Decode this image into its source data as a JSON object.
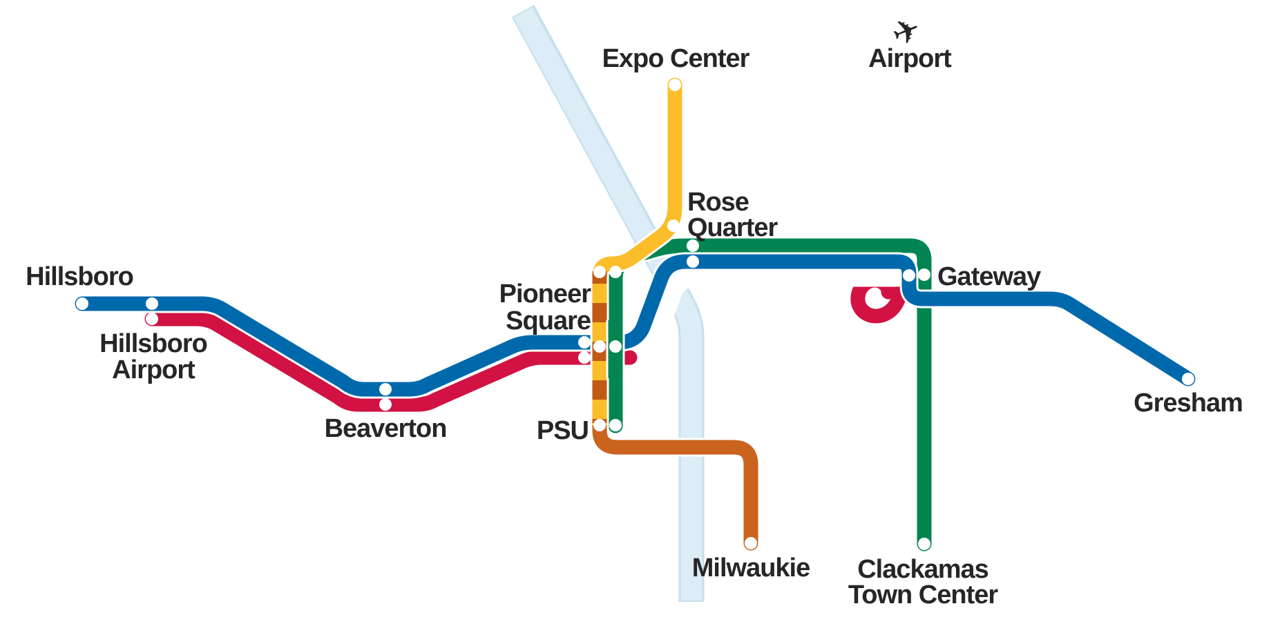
{
  "map": {
    "type": "transit-network-diagram",
    "region": "light rail system map"
  },
  "colors": {
    "blue_line": "#0069AC",
    "red_line": "#D11243",
    "green_line": "#038552",
    "yellow_line": "#FCBD2A",
    "orange_line": "#C9631D",
    "mall_stripe_orange": "#C05A15",
    "river_fill": "#DCEDF7",
    "river_edge": "#C6E0EC",
    "line_casing": "#FFFFFF",
    "station_dot": "#FFFFFF",
    "label_text": "#282528"
  },
  "lines": [
    {
      "id": "blue",
      "color": "#0069AC",
      "from": "Hillsboro",
      "to": "Gresham"
    },
    {
      "id": "red",
      "color": "#D11243",
      "from": "Hillsboro Airport",
      "to": "Airport"
    },
    {
      "id": "green",
      "color": "#038552",
      "from": "PSU",
      "to": "Clackamas Town Center"
    },
    {
      "id": "yellow",
      "color": "#FCBD2A",
      "from": "Expo Center",
      "to": "PSU"
    },
    {
      "id": "orange",
      "color": "#C9631D",
      "from": "PSU",
      "to": "Milwaukie"
    }
  ],
  "stations": {
    "hillsboro": {
      "label": "Hillsboro"
    },
    "hillsboro_airport": {
      "line1": "Hillsboro",
      "line2": "Airport"
    },
    "beaverton": {
      "label": "Beaverton"
    },
    "pioneer_square": {
      "line1": "Pioneer",
      "line2": "Square"
    },
    "psu": {
      "label": "PSU"
    },
    "expo_center": {
      "label": "Expo Center"
    },
    "rose_quarter": {
      "line1": "Rose",
      "line2": "Quarter"
    },
    "airport": {
      "label": "Airport"
    },
    "gateway": {
      "label": "Gateway"
    },
    "gresham": {
      "label": "Gresham"
    },
    "milwaukie": {
      "label": "Milwaukie"
    },
    "clackamas": {
      "line1": "Clackamas",
      "line2": "Town Center"
    }
  },
  "icons": {
    "airplane": "✈"
  }
}
